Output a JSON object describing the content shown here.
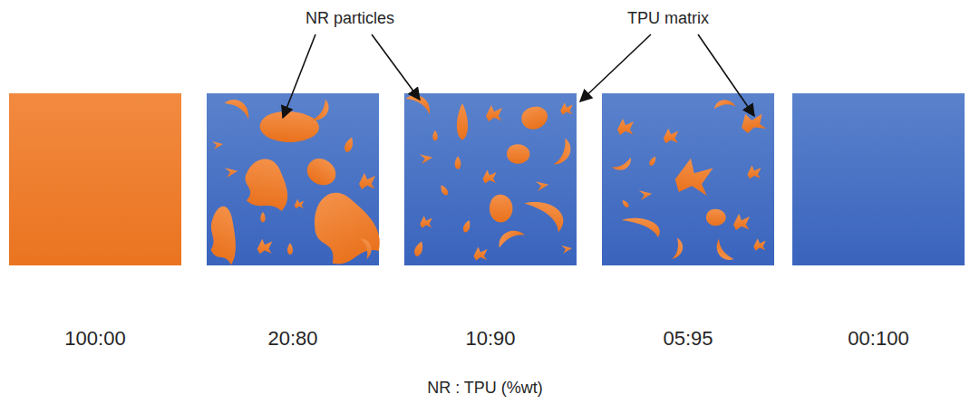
{
  "diagram": {
    "caption": "NR : TPU (%wt)",
    "nodes": [
      {
        "text": [
          "100:00"
        ]
      },
      {
        "text": [
          "20:80"
        ]
      },
      {
        "text": [
          "10:90"
        ]
      },
      {
        "text": [
          "05:95"
        ]
      },
      {
        "text": [
          "00:100"
        ]
      }
    ],
    "labels": [
      "NR particles",
      "TPU matrix"
    ]
  }
}
